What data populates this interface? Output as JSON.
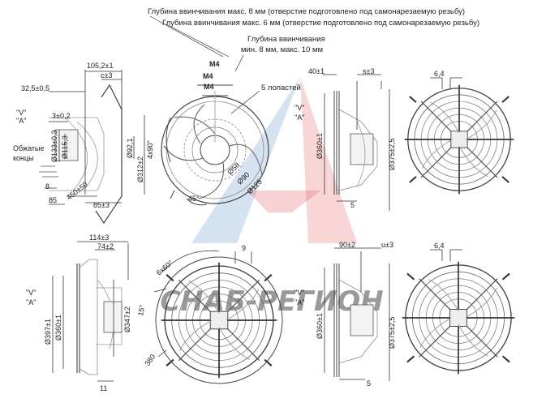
{
  "notes": {
    "depth_8mm": "Глубина ввинчивания макс. 8 мм (отверстие подготовлено под самонарезаемую резьбу)",
    "depth_6mm": "Глубина ввинчивания макс. 6 мм (отверстие подготовлено под самонарезаемую резьбу)",
    "depth_title": "Глубина ввинчивания",
    "depth_range": "мин. 8 мм, макс. 10 мм",
    "blades": "5 лопастей",
    "crimp_line1": "Обжатые",
    "crimp_line2": "концы"
  },
  "watermark": {
    "text": "СНАБ-РЕГИОН"
  },
  "side1": {
    "d1052": "105,2±1",
    "dc": "c±3",
    "d325": "32,5±0,5",
    "d3": "3±0,2",
    "v": "\"V\"",
    "a": "\"A\"",
    "d133": "Ø133±0,3",
    "d1153": "Ø115,3",
    "d921": "Ø92,1",
    "d312": "Ø312±2",
    "d8": "8",
    "d85": "85",
    "d450": "450±50",
    "d853": "85±3"
  },
  "front1": {
    "m4a": "M4",
    "m4b": "M4",
    "m4c": "M4",
    "a4x90": "4x90°",
    "a45": "45°",
    "d58": "Ø58",
    "d90": "Ø90",
    "d125": "Ø125"
  },
  "side2": {
    "d40": "40±1",
    "ds": "s±3",
    "v": "\"V\"",
    "a": "\"A\"",
    "d360": "Ø360±1",
    "d375": "Ø375±2,5",
    "d5": "5"
  },
  "front2": {
    "d64": "6,4"
  },
  "side3": {
    "d114": "114±3",
    "d74": "74±2",
    "v": "\"V\"",
    "a": "\"A\"",
    "d397": "Ø397±1",
    "d360": "Ø360±1",
    "d347": "Ø347±2",
    "d11": "11"
  },
  "front3": {
    "a660": "6x60°",
    "a15": "15°",
    "d380": "380",
    "d9": "9"
  },
  "side4": {
    "d90": "90±2",
    "du": "u±3",
    "v": "\"V\"",
    "a": "\"A\"",
    "d360": "Ø360±1",
    "d375": "Ø375±2,5",
    "d5": "5"
  },
  "front4": {
    "d64": "6,4"
  }
}
